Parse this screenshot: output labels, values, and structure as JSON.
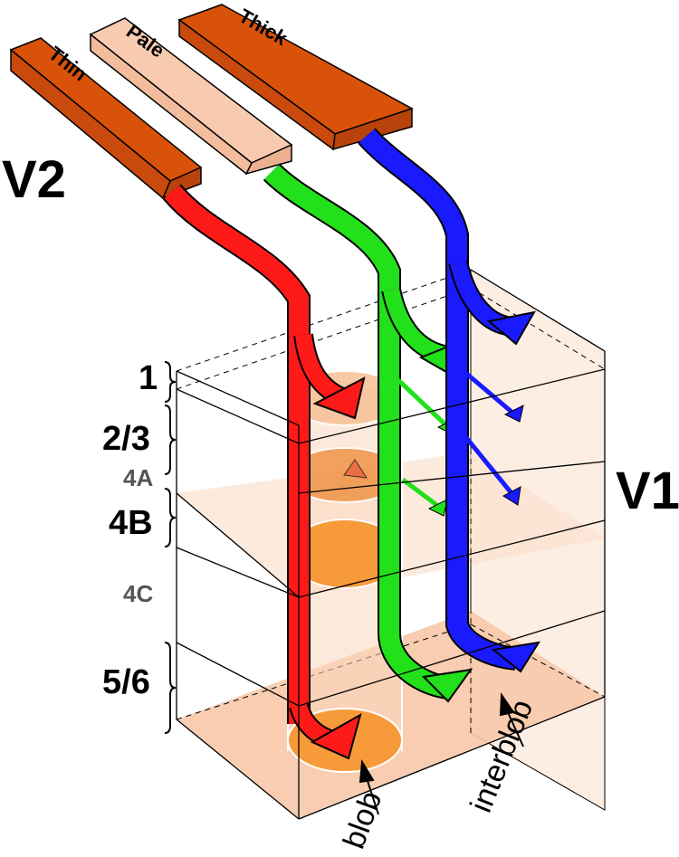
{
  "areas": {
    "v2": "V2",
    "v1": "V1"
  },
  "stripes": [
    {
      "label": "Thin",
      "color": "#d9520a"
    },
    {
      "label": "Pale",
      "color": "#f8cbb0"
    },
    {
      "label": "Thick",
      "color": "#d9520a"
    }
  ],
  "layers": [
    {
      "label": "1",
      "color": "#000000"
    },
    {
      "label": "2/3",
      "color": "#000000"
    },
    {
      "label": "4A",
      "color": "#555555"
    },
    {
      "label": "4B",
      "color": "#000000"
    },
    {
      "label": "4C",
      "color": "#555555"
    },
    {
      "label": "5/6",
      "color": "#000000"
    }
  ],
  "annotations": {
    "blob": "blob",
    "interblob": "interblob"
  },
  "colors": {
    "pathway_thin": "#ff1a1a",
    "pathway_pale": "#22e01a",
    "pathway_thick": "#1a1aff",
    "blob": "#f79a3a",
    "tissue": "#fbe1cf"
  }
}
